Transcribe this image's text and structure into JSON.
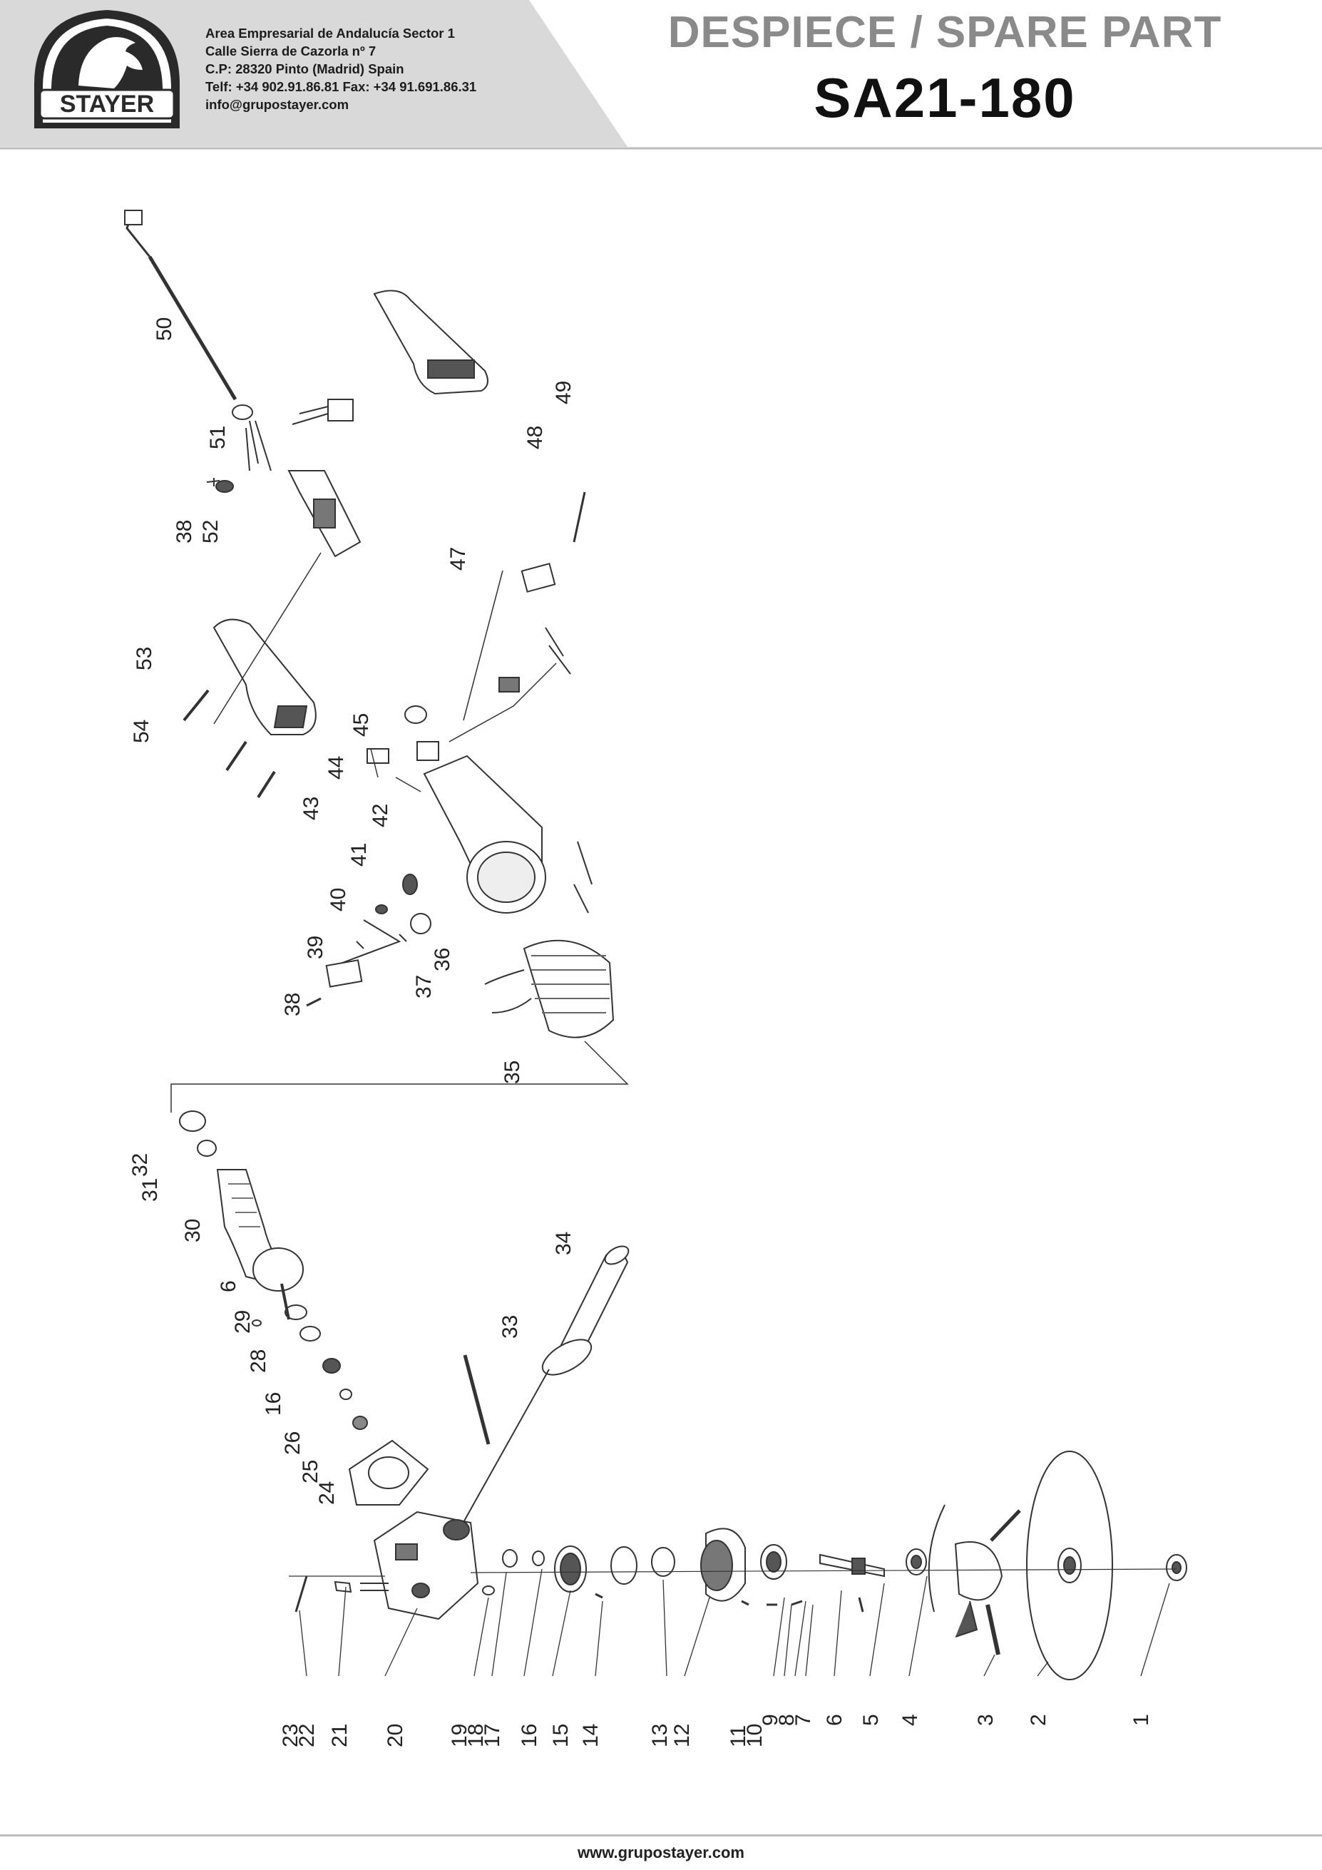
{
  "header": {
    "logo_text": "STAYER",
    "company_lines": [
      "Area Empresarial de Andalucía Sector 1",
      "Calle Sierra de Cazorla nº 7",
      "C.P: 28320 Pinto (Madrid) Spain",
      "Telf: +34 902.91.86.81 Fax: +34 91.691.86.31",
      "info@grupostayer.com"
    ],
    "title": "DESPIECE / SPARE PART",
    "model": "SA21-180"
  },
  "footer": {
    "url": "www.grupostayer.com"
  },
  "callouts": {
    "c1": "1",
    "c2": "2",
    "c3": "3",
    "c4": "4",
    "c5": "5",
    "c6": "6",
    "c6b": "6",
    "c7": "7",
    "c8": "8",
    "c9": "9",
    "c10": "10",
    "c11": "11",
    "c12": "12",
    "c13": "13",
    "c14": "14",
    "c15": "15",
    "c16": "16",
    "c16b": "16",
    "c17": "17",
    "c18": "18",
    "c19": "19",
    "c20": "20",
    "c21": "21",
    "c22": "22",
    "c23": "23",
    "c24": "24",
    "c25": "25",
    "c26": "26",
    "c28": "28",
    "c29": "29",
    "c30": "30",
    "c31": "31",
    "c32": "32",
    "c33": "33",
    "c34": "34",
    "c35": "35",
    "c36": "36",
    "c37": "37",
    "c38": "38",
    "c38b": "38",
    "c39": "39",
    "c40": "40",
    "c41": "41",
    "c42": "42",
    "c43": "43",
    "c44": "44",
    "c45": "45",
    "c47": "47",
    "c48": "48",
    "c49": "49",
    "c50": "50",
    "c51": "51",
    "c52": "52",
    "c53": "53",
    "c54": "54"
  },
  "colors": {
    "header_band": "#d9d9d9",
    "title_grey": "#8a8a8a",
    "line": "#333333"
  }
}
